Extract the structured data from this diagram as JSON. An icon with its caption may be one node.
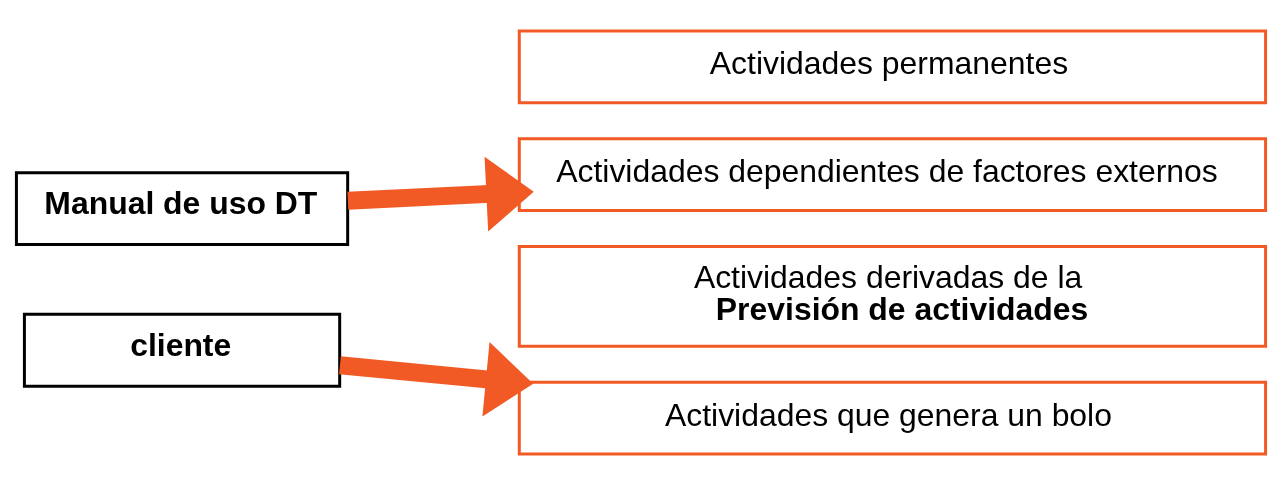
{
  "diagram": {
    "nodes": [
      {
        "text": [
          "Manual de uso DT"
        ]
      },
      {
        "text": [
          "Actividades permanentes"
        ]
      },
      {
        "text": [
          "Actividades dependientes de factores externos"
        ]
      },
      {
        "text": [
          "Actividades derivadas de la",
          "Previsión de actividades"
        ]
      },
      {
        "text": [
          "cliente"
        ]
      },
      {
        "text": [
          "Actividades que genera un bolo"
        ]
      }
    ],
    "edges": [
      {
        "from": 0,
        "to": 2,
        "arrow": "to"
      },
      {
        "from": 4,
        "to": 5,
        "arrow": "to"
      }
    ]
  }
}
